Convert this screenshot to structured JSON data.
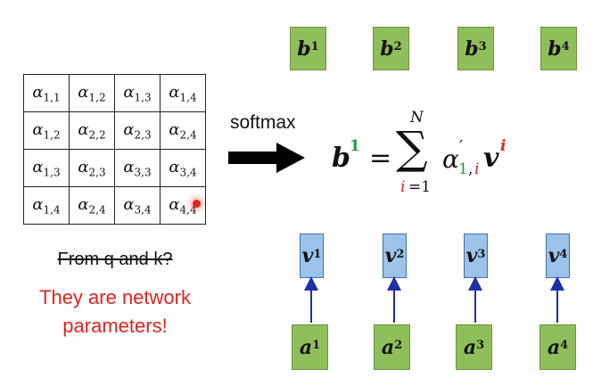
{
  "matrix": {
    "symbol": "α",
    "rows": [
      [
        "1,1",
        "1,2",
        "1,3",
        "1,4"
      ],
      [
        "1,2",
        "2,2",
        "2,3",
        "2,4"
      ],
      [
        "1,3",
        "2,3",
        "3,3",
        "3,4"
      ],
      [
        "1,4",
        "2,4",
        "3,4",
        "4,4"
      ]
    ]
  },
  "softmax_label": "softmax",
  "strikethrough_text": "From q and k?",
  "note": {
    "line1": "They are network",
    "line2": "parameters!"
  },
  "outputs": [
    {
      "base": "b",
      "sup": "1"
    },
    {
      "base": "b",
      "sup": "2"
    },
    {
      "base": "b",
      "sup": "3"
    },
    {
      "base": "b",
      "sup": "4"
    }
  ],
  "values": [
    {
      "base": "v",
      "sup": "1"
    },
    {
      "base": "v",
      "sup": "2"
    },
    {
      "base": "v",
      "sup": "3"
    },
    {
      "base": "v",
      "sup": "4"
    }
  ],
  "inputs": [
    {
      "base": "a",
      "sup": "1"
    },
    {
      "base": "a",
      "sup": "2"
    },
    {
      "base": "a",
      "sup": "3"
    },
    {
      "base": "a",
      "sup": "4"
    }
  ],
  "formula": {
    "lhs_base": "b",
    "lhs_sup": "1",
    "equals": "=",
    "sum_symbol": "∑",
    "sum_upper": "N",
    "sum_lower_var": "i",
    "sum_lower_rest": "=1",
    "alpha": "α",
    "prime": "′",
    "sub_first": "1",
    "sub_comma": ",",
    "sub_second": "i",
    "v_base": "v",
    "v_sup": "i"
  },
  "colors": {
    "green_box": "#8fbf5a",
    "blue_box": "#9cc4ea",
    "arrow_blue": "#1f2fa8",
    "note_red": "#e3221f",
    "formula_green": "#1e9e3c",
    "formula_red": "#e3221f"
  }
}
